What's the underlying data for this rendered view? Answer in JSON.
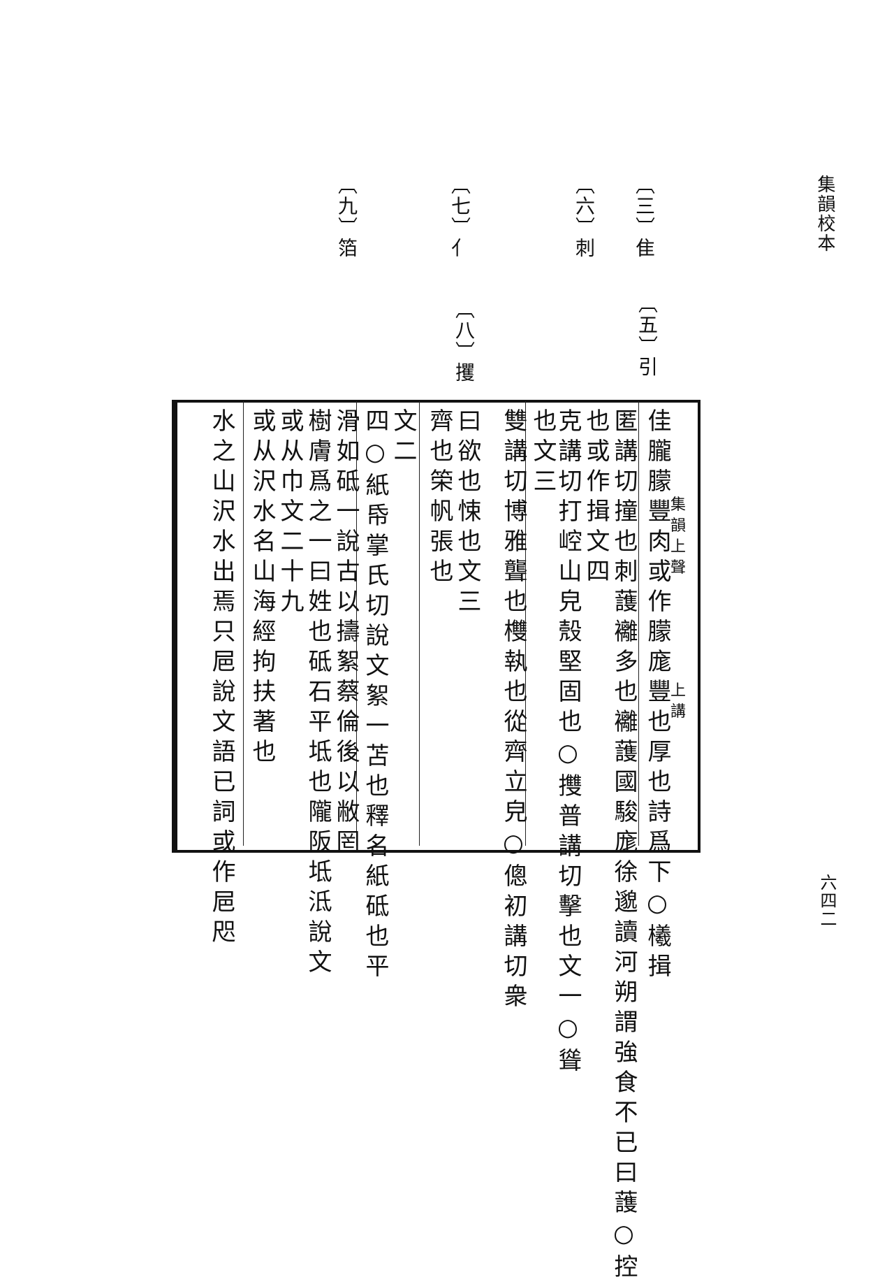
{
  "header": {
    "running_title": "集韻校本"
  },
  "footer": {
    "page_number": "六四二"
  },
  "notes": [
    {
      "text": "〔三〕隹"
    },
    {
      "text": "〔五〕引"
    },
    {
      "text": "〔六〕刺"
    },
    {
      "text": "〔七〕亻"
    },
    {
      "text": "〔八〕攫"
    },
    {
      "text": "〔九〕箔"
    }
  ],
  "columns": [
    "佳朧朦豐肉或作朦庬豐也厚也詩爲下○㰕揖",
    "匿講切撞也刺䕶䙰多也䙰䕶國駿庬徐邈讀河朔謂強食不已曰䕶○控",
    "也或作揖文四",
    "克講切打崆山皃殼堅固也○㩳普講切擊也文一○聳",
    "也文三",
    "雙講切博雅聾也欆執也從齊立皃○傯初講切衆",
    "曰欲也悚也文三",
    "齊也筞帆張也",
    "文二",
    "四○紙帋掌氏切說文絮一苫也釋名紙砥也平",
    "滑如砥一說古以擣絮蔡倫後以敝罔",
    "樹膚爲之一曰姓也砥石平坻也隴阪坻泜說文",
    "或从巾文二十九",
    "或从沢水名山海經拘扶著也",
    "水之山沢水出焉只㞎說文語已詞或作㞎咫"
  ],
  "side_marks": [
    "集",
    "韻",
    "上",
    "聲",
    "上",
    "講"
  ]
}
